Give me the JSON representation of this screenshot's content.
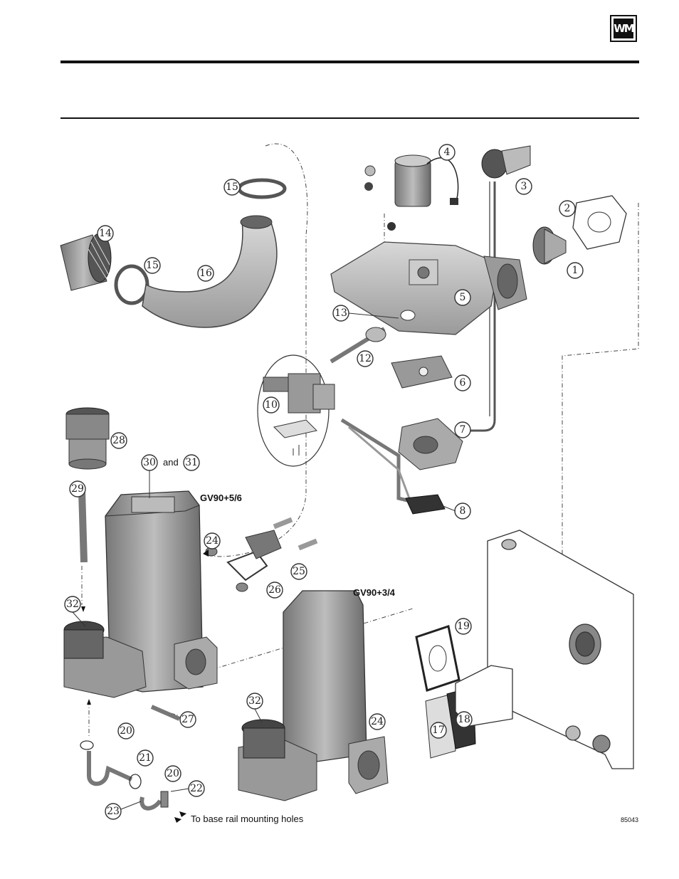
{
  "header": {
    "logo_text": "WM"
  },
  "figure": {
    "callouts": [
      "1",
      "2",
      "3",
      "4",
      "5",
      "6",
      "7",
      "8",
      "10",
      "12",
      "13",
      "14",
      "15",
      "15",
      "16",
      "17",
      "18",
      "19",
      "20",
      "20",
      "21",
      "22",
      "23",
      "24",
      "24",
      "25",
      "26",
      "27",
      "28",
      "29",
      "30",
      "31",
      "32",
      "32"
    ],
    "labels": {
      "and": "and",
      "model_a": "GV90+5/6",
      "model_b": "GV90+3/4",
      "base_rail_note": "To base rail mounting holes",
      "figure_id": "85043"
    }
  },
  "colors": {
    "line": "#333333",
    "part_fill": "#9a9a9a",
    "part_dark": "#6e6e6e"
  }
}
